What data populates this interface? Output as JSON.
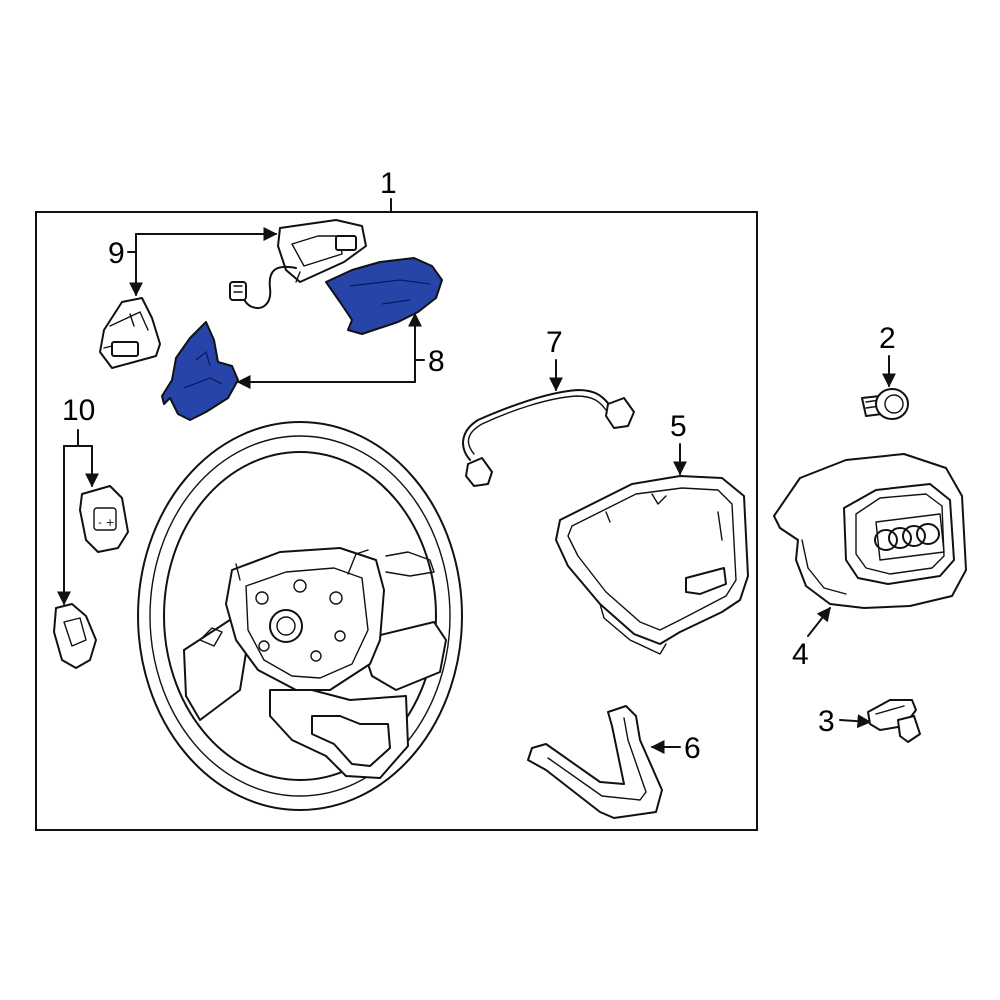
{
  "colors": {
    "highlight": "#2745a8",
    "line": "#111111",
    "panel": "#ffffff"
  },
  "callouts": {
    "c1": "1",
    "c2": "2",
    "c3": "3",
    "c4": "4",
    "c5": "5",
    "c6": "6",
    "c7": "7",
    "c8": "8",
    "c9": "9",
    "c10": "10"
  },
  "logo_icon": "four-rings-icon"
}
